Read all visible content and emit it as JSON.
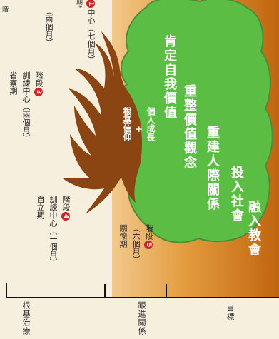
{
  "colors": {
    "sky_top": "#f2c98c",
    "sky_mid": "#e39a3c",
    "sky_bottom": "#c0650f",
    "ground": "#f6efdd",
    "foliage": "#5cbd45",
    "foliage_edge": "#4d8c3a",
    "trunk": "#8b4513",
    "foliage_text": "#ffffff",
    "crown_text": "#5a2a05",
    "badge": "#c62828",
    "axis": "#111111"
  },
  "foliage_values": [
    "肯定自我價值",
    "重整價值觀念",
    "重建人際關係",
    "投入社會",
    "融入教會"
  ],
  "trunk_label": {
    "line1": "個人成長",
    "plus": "+",
    "line2": "根基信仰"
  },
  "phases": [
    {
      "prefix": "",
      "number": "1",
      "detail": "中心（七個月）",
      "note": "期*",
      "period": ""
    },
    {
      "prefix": "",
      "number": "",
      "detail": "（兩個月）",
      "note": "",
      "period": ""
    },
    {
      "prefix": "階段",
      "number": "3",
      "detail": "訓練中心（兩個月）",
      "note": "",
      "period": "省察期"
    },
    {
      "prefix": "階段",
      "number": "4",
      "detail": "訓練中心（一個月）",
      "note": "",
      "period": "自立期"
    },
    {
      "prefix": "階段",
      "number": "5",
      "detail": "（六個月）",
      "note": "",
      "period": "關懷期"
    }
  ],
  "bottom_axis": [
    "根基治療",
    "跟進關係",
    "目標"
  ],
  "corner_text": "階"
}
